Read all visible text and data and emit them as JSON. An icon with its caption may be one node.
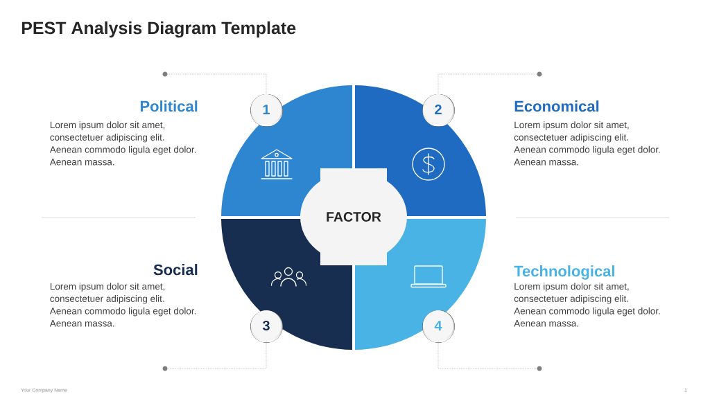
{
  "diagram": {
    "title": "PEST Analysis Diagram Template",
    "nodes": [
      {
        "text": [
          "1"
        ]
      },
      {
        "text": [
          "2"
        ]
      },
      {
        "text": [
          "FACTOR"
        ]
      },
      {
        "text": [
          "3"
        ]
      },
      {
        "text": [
          "4"
        ]
      },
      {
        "text": [],
        "shape": "circle"
      },
      {
        "text": [],
        "shape": "circle"
      },
      {
        "text": [],
        "shape": "circle"
      },
      {
        "text": [],
        "shape": "circle"
      }
    ],
    "edges": [
      {
        "from": 0,
        "to": 5,
        "arrow": "none",
        "style": "dashed"
      },
      {
        "from": 1,
        "to": 6,
        "arrow": "none",
        "style": "dashed"
      },
      {
        "from": 3,
        "to": 7,
        "arrow": "none",
        "style": "dashed"
      },
      {
        "from": 4,
        "to": 8,
        "arrow": "none",
        "style": "dashed"
      }
    ],
    "labels": [
      "Political",
      "Lorem ipsum dolor sit amet, consectetuer adipiscing elit. Aenean commodo ligula eget dolor. Aenean massa.",
      "Economical",
      "Lorem ipsum dolor sit amet, consectetuer adipiscing elit. Aenean commodo ligula eget dolor. Aenean massa.",
      "Social",
      "Lorem ipsum dolor sit amet, consectetuer adipiscing elit. Aenean commodo ligula eget dolor. Aenean massa.",
      "Technological",
      "Lorem ipsum dolor sit amet, consectetuer adipiscing elit. Aenean commodo ligula eget dolor. Aenean massa.",
      "Your Company Name",
      "1"
    ]
  }
}
